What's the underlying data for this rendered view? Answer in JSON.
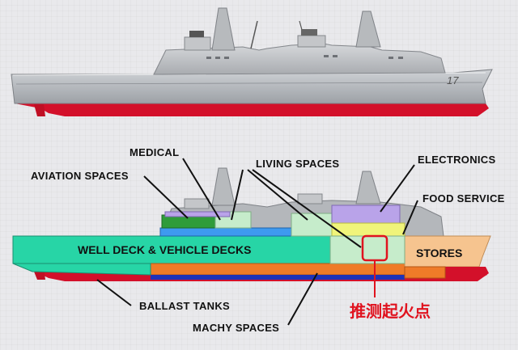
{
  "labels": {
    "medical": "MEDICAL",
    "aviation_spaces": "AVIATION SPACES",
    "living_spaces": "LIVING SPACES",
    "electronics": "ELECTRONICS",
    "food_service": "FOOD SERVICE",
    "well_deck": "WELL DECK & VEHICLE DECKS",
    "stores": "STORES",
    "ballast_tanks": "BALLAST TANKS",
    "machy_spaces": "MACHY SPACES",
    "fire_origin": "推测起火点"
  },
  "hull_number": "17",
  "colors": {
    "hull_gray": "#b9bcc0",
    "hull_red": "#d3102a",
    "well_deck": "#27d5a6",
    "aviation": "#3e9aef",
    "medical_green": "#2f9c3a",
    "living": "#c6eccb",
    "electronics": "#b9a3e9",
    "food_service": "#f0f47a",
    "stores": "#f6c48f",
    "machinery": "#ef7b28",
    "ballast": "#1f32b8",
    "fire_marker": "#e0131f"
  }
}
